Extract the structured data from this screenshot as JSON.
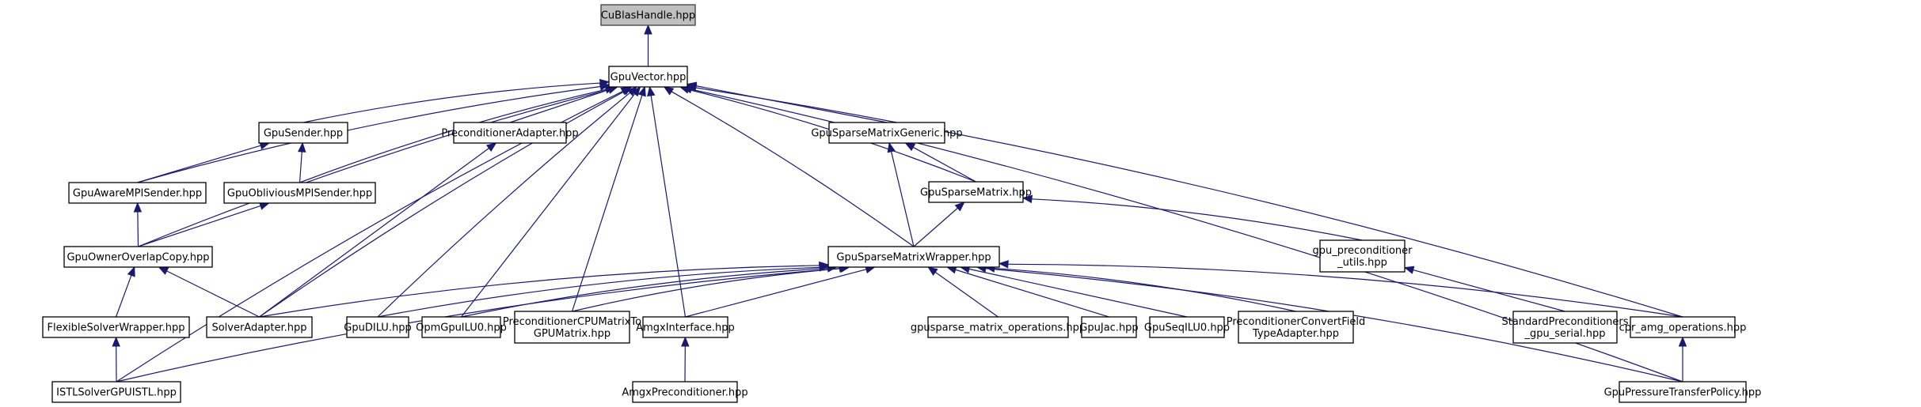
{
  "diagram": {
    "type": "include-dependency-graph",
    "edge_color": "#191970",
    "root_fill": "#bfbfbf",
    "nodes": [
      {
        "id": "cublas",
        "label": [
          "CuBlasHandle.hpp"
        ],
        "root": true
      },
      {
        "id": "gpuvector",
        "label": [
          "GpuVector.hpp"
        ]
      },
      {
        "id": "gpusender",
        "label": [
          "GpuSender.hpp"
        ]
      },
      {
        "id": "precadapter",
        "label": [
          "PreconditionerAdapter.hpp"
        ]
      },
      {
        "id": "spgeneric",
        "label": [
          "GpuSparseMatrixGeneric.hpp"
        ]
      },
      {
        "id": "awarempi",
        "label": [
          "GpuAwareMPISender.hpp"
        ]
      },
      {
        "id": "obliviousmpi",
        "label": [
          "GpuObliviousMPISender.hpp"
        ]
      },
      {
        "id": "sparsematrix",
        "label": [
          "GpuSparseMatrix.hpp"
        ]
      },
      {
        "id": "owneroverlap",
        "label": [
          "GpuOwnerOverlapCopy.hpp"
        ]
      },
      {
        "id": "spwrapper",
        "label": [
          "GpuSparseMatrixWrapper.hpp"
        ]
      },
      {
        "id": "precutils",
        "label": [
          "gpu_preconditioner",
          "_utils.hpp"
        ]
      },
      {
        "id": "flexsolver",
        "label": [
          "FlexibleSolverWrapper.hpp"
        ]
      },
      {
        "id": "solveradapter",
        "label": [
          "SolverAdapter.hpp"
        ]
      },
      {
        "id": "gpudilu",
        "label": [
          "GpuDILU.hpp"
        ]
      },
      {
        "id": "opmgpuilu0",
        "label": [
          "OpmGpuILU0.hpp"
        ]
      },
      {
        "id": "preccpumatrix",
        "label": [
          "PreconditionerCPUMatrixTo",
          "GPUMatrix.hpp"
        ]
      },
      {
        "id": "amgxinterface",
        "label": [
          "AmgxInterface.hpp"
        ]
      },
      {
        "id": "gpusparseops",
        "label": [
          "gpusparse_matrix_operations.hpp"
        ]
      },
      {
        "id": "gpujac",
        "label": [
          "GpuJac.hpp"
        ]
      },
      {
        "id": "gpuseqilu0",
        "label": [
          "GpuSeqILU0.hpp"
        ]
      },
      {
        "id": "precconvert",
        "label": [
          "PreconditionerConvertField",
          "TypeAdapter.hpp"
        ]
      },
      {
        "id": "stdprec",
        "label": [
          "StandardPreconditioners",
          "_gpu_serial.hpp"
        ]
      },
      {
        "id": "cpramg",
        "label": [
          "cpr_amg_operations.hpp"
        ]
      },
      {
        "id": "istlsolver",
        "label": [
          "ISTLSolverGPUISTL.hpp"
        ]
      },
      {
        "id": "amgxprec",
        "label": [
          "AmgxPreconditioner.hpp"
        ]
      },
      {
        "id": "pressuretransfer",
        "label": [
          "GpuPressureTransferPolicy.hpp"
        ]
      }
    ],
    "edges": [
      {
        "from": "gpuvector",
        "to": "cublas"
      },
      {
        "from": "gpusender",
        "to": "gpuvector"
      },
      {
        "from": "precadapter",
        "to": "gpuvector"
      },
      {
        "from": "spgeneric",
        "to": "gpuvector"
      },
      {
        "from": "awarempi",
        "to": "gpuvector"
      },
      {
        "from": "obliviousmpi",
        "to": "gpuvector"
      },
      {
        "from": "sparsematrix",
        "to": "gpuvector"
      },
      {
        "from": "owneroverlap",
        "to": "gpuvector"
      },
      {
        "from": "spwrapper",
        "to": "gpuvector"
      },
      {
        "from": "solveradapter",
        "to": "gpuvector"
      },
      {
        "from": "gpudilu",
        "to": "gpuvector"
      },
      {
        "from": "opmgpuilu0",
        "to": "gpuvector"
      },
      {
        "from": "preccpumatrix",
        "to": "gpuvector"
      },
      {
        "from": "amgxinterface",
        "to": "gpuvector"
      },
      {
        "from": "cpramg",
        "to": "gpuvector"
      },
      {
        "from": "istlsolver",
        "to": "gpuvector"
      },
      {
        "from": "pressuretransfer",
        "to": "gpuvector"
      },
      {
        "from": "awarempi",
        "to": "gpusender"
      },
      {
        "from": "obliviousmpi",
        "to": "gpusender"
      },
      {
        "from": "solveradapter",
        "to": "precadapter"
      },
      {
        "from": "sparsematrix",
        "to": "spgeneric"
      },
      {
        "from": "spwrapper",
        "to": "spgeneric"
      },
      {
        "from": "owneroverlap",
        "to": "awarempi"
      },
      {
        "from": "owneroverlap",
        "to": "obliviousmpi"
      },
      {
        "from": "spwrapper",
        "to": "sparsematrix"
      },
      {
        "from": "precutils",
        "to": "sparsematrix"
      },
      {
        "from": "flexsolver",
        "to": "owneroverlap"
      },
      {
        "from": "solveradapter",
        "to": "owneroverlap"
      },
      {
        "from": "solveradapter",
        "to": "spwrapper"
      },
      {
        "from": "gpudilu",
        "to": "spwrapper"
      },
      {
        "from": "opmgpuilu0",
        "to": "spwrapper"
      },
      {
        "from": "preccpumatrix",
        "to": "spwrapper"
      },
      {
        "from": "amgxinterface",
        "to": "spwrapper"
      },
      {
        "from": "gpusparseops",
        "to": "spwrapper"
      },
      {
        "from": "gpujac",
        "to": "spwrapper"
      },
      {
        "from": "gpuseqilu0",
        "to": "spwrapper"
      },
      {
        "from": "precconvert",
        "to": "spwrapper"
      },
      {
        "from": "cpramg",
        "to": "spwrapper"
      },
      {
        "from": "istlsolver",
        "to": "spwrapper"
      },
      {
        "from": "pressuretransfer",
        "to": "spwrapper"
      },
      {
        "from": "stdprec",
        "to": "precutils"
      },
      {
        "from": "istlsolver",
        "to": "flexsolver"
      },
      {
        "from": "amgxprec",
        "to": "amgxinterface"
      },
      {
        "from": "pressuretransfer",
        "to": "cpramg"
      }
    ]
  }
}
